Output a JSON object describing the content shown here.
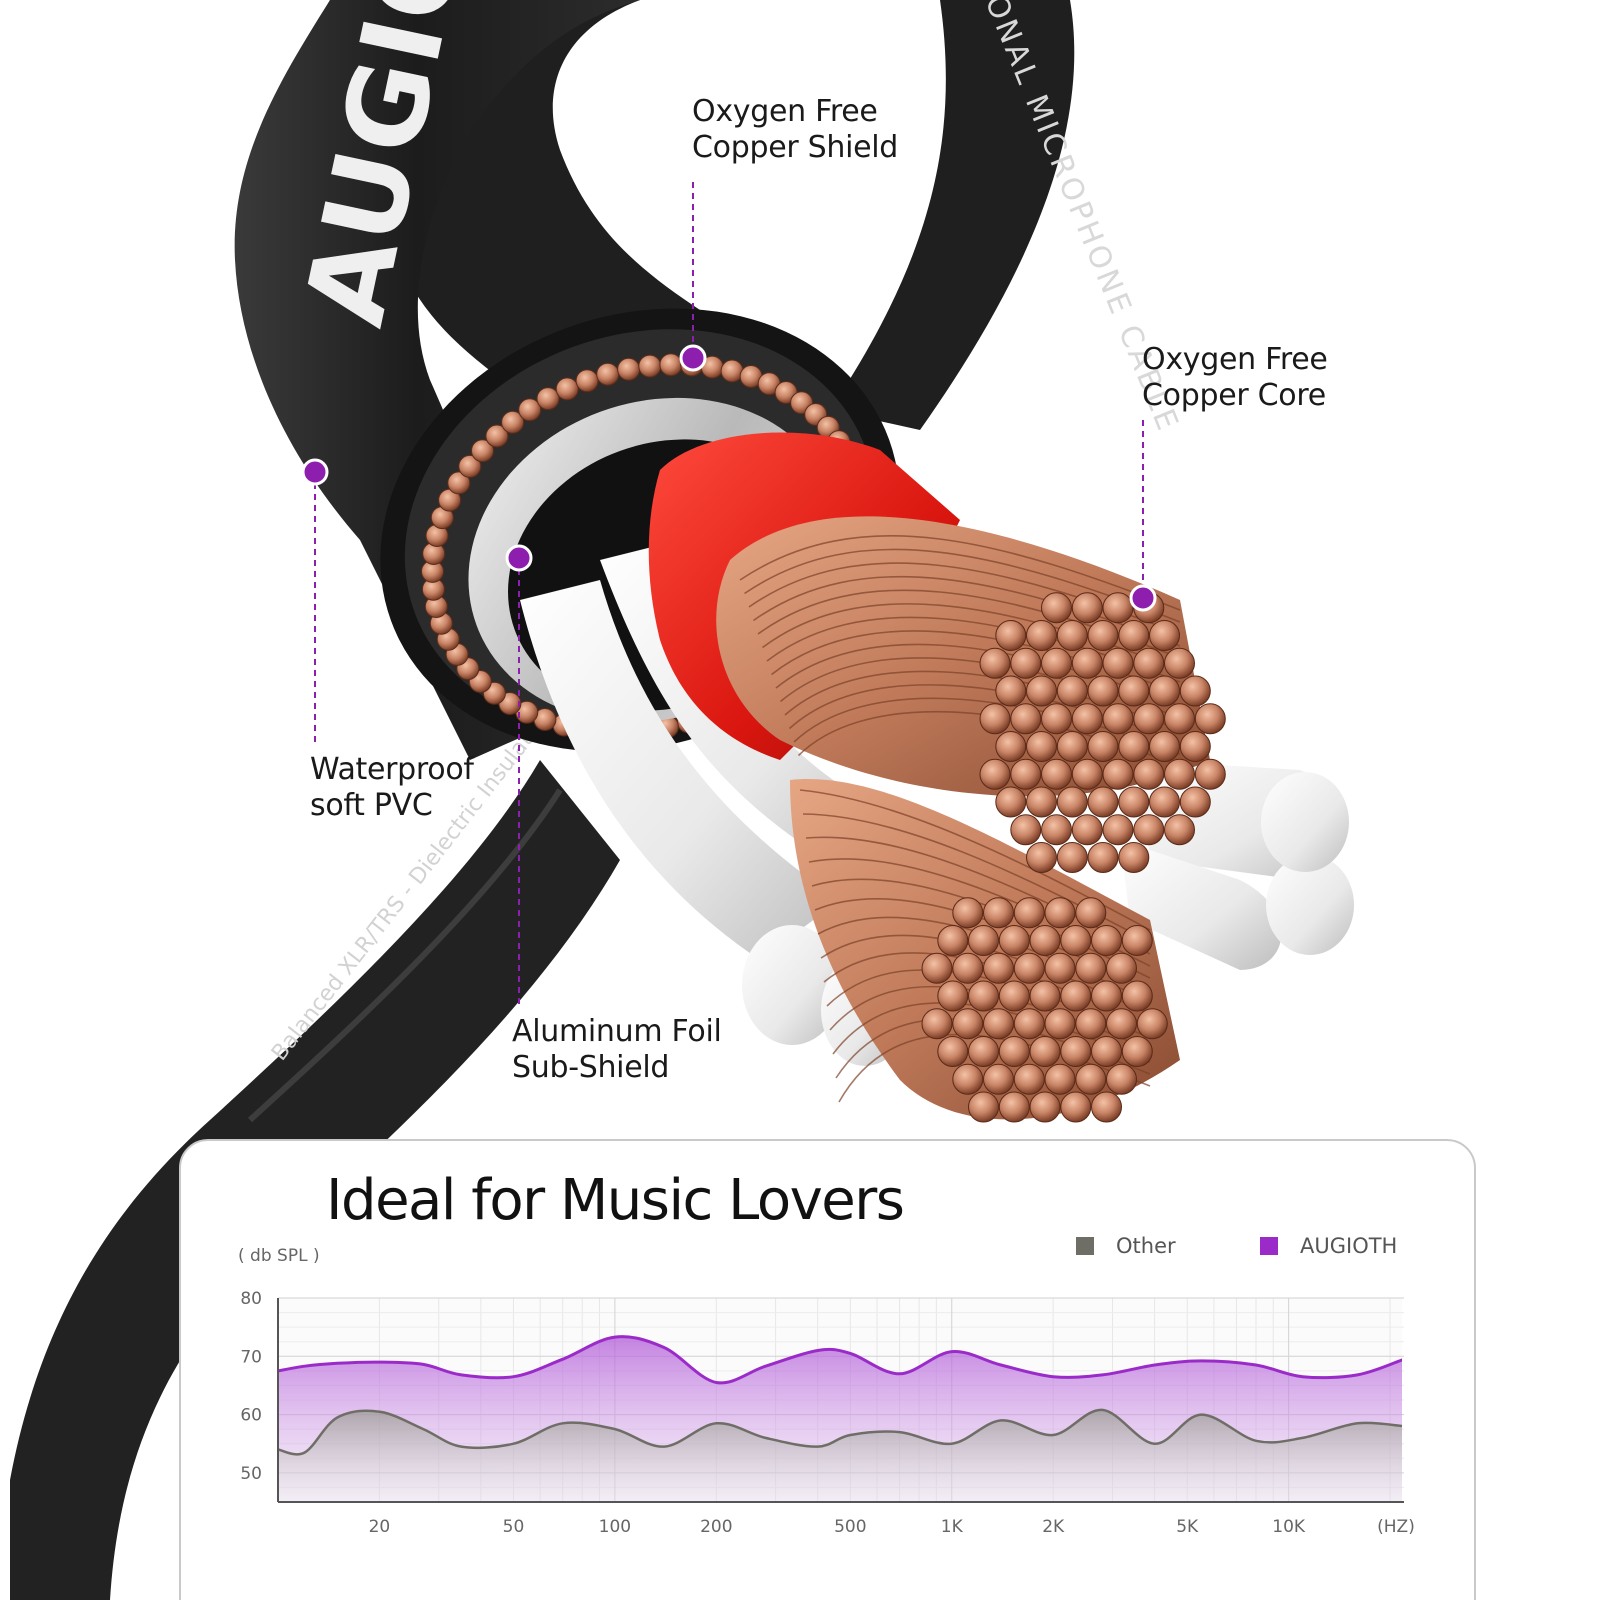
{
  "brand": "AUGIOTH",
  "colors": {
    "accent": "#8e1fae",
    "augioth_series": "#9b2bc9",
    "other_series": "#6e6e66",
    "cable_jacket": "#1e1e1e",
    "copper": "#c98466",
    "insulation_red": "#e0221b",
    "insulation_white": "#ececec"
  },
  "cable": {
    "jacket_print_top": "ONAL MICROPHONE CABLE",
    "jacket_print_bottom": "Balanced XLR/TRS - Dielectric Insulation"
  },
  "callouts": [
    {
      "lines": [
        "Oxygen Free",
        "Copper Shield"
      ]
    },
    {
      "lines": [
        "Oxygen Free",
        "Copper Core"
      ]
    },
    {
      "lines": [
        "Waterproof",
        "soft PVC"
      ]
    },
    {
      "lines": [
        "Aluminum Foil",
        "Sub-Shield"
      ]
    }
  ],
  "chart_data": {
    "type": "area",
    "title": "Ideal for Music Lovers",
    "ylabel": "( db  SPL )",
    "xlabel": "(HZ)",
    "ylim": [
      45,
      80
    ],
    "y_ticks": [
      80,
      70,
      60,
      50
    ],
    "x_scale": "log",
    "x_ticks": [
      "20",
      "50",
      "100",
      "200",
      "500",
      "1K",
      "2K",
      "5K",
      "10K"
    ],
    "grid": true,
    "legend_position": "top-right",
    "legend": [
      {
        "label": "Other",
        "color": "#6e6e66"
      },
      {
        "label": "AUGIOTH",
        "color": "#9b2bc9"
      }
    ],
    "x": [
      10,
      12,
      15,
      20,
      27,
      35,
      50,
      70,
      100,
      140,
      200,
      280,
      400,
      500,
      700,
      1000,
      1400,
      2000,
      2800,
      4000,
      5500,
      8000,
      11000,
      16000,
      22000
    ],
    "series": [
      {
        "name": "AUGIOTH",
        "values": [
          67.5,
          68.3,
          68.8,
          69.0,
          68.6,
          66.8,
          66.5,
          69.5,
          73.3,
          71.5,
          65.5,
          68.3,
          71.0,
          70.5,
          67.0,
          70.8,
          68.5,
          66.5,
          66.8,
          68.5,
          69.2,
          68.5,
          66.5,
          66.8,
          69.5
        ]
      },
      {
        "name": "Other",
        "values": [
          54.0,
          53.5,
          59.5,
          60.5,
          57.5,
          54.5,
          55.0,
          58.5,
          57.5,
          54.5,
          58.5,
          56.0,
          54.5,
          56.5,
          57.0,
          55.0,
          59.0,
          56.5,
          60.8,
          55.0,
          60.0,
          55.5,
          56.0,
          58.5,
          58.0
        ]
      }
    ]
  }
}
